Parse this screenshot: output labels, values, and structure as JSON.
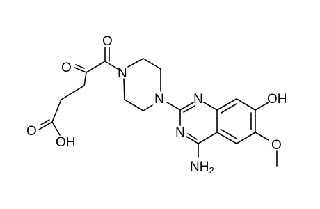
{
  "structure": {
    "labels": {
      "o_ketone_amide": "O",
      "o_ketone_alpha": "O",
      "n_piperazine_top": "N",
      "n_piperazine_bottom": "N",
      "n_quinazoline_1": "N",
      "n_quinazoline_3": "N",
      "o_acid_carbonyl": "O",
      "oh_acid": "OH",
      "oh_phenol": "OH",
      "o_methoxy": "O",
      "nh2_main": "NH",
      "nh2_sub": "2"
    }
  },
  "colors": {
    "bond": "#000000",
    "text": "#000000",
    "background": "#ffffff"
  }
}
